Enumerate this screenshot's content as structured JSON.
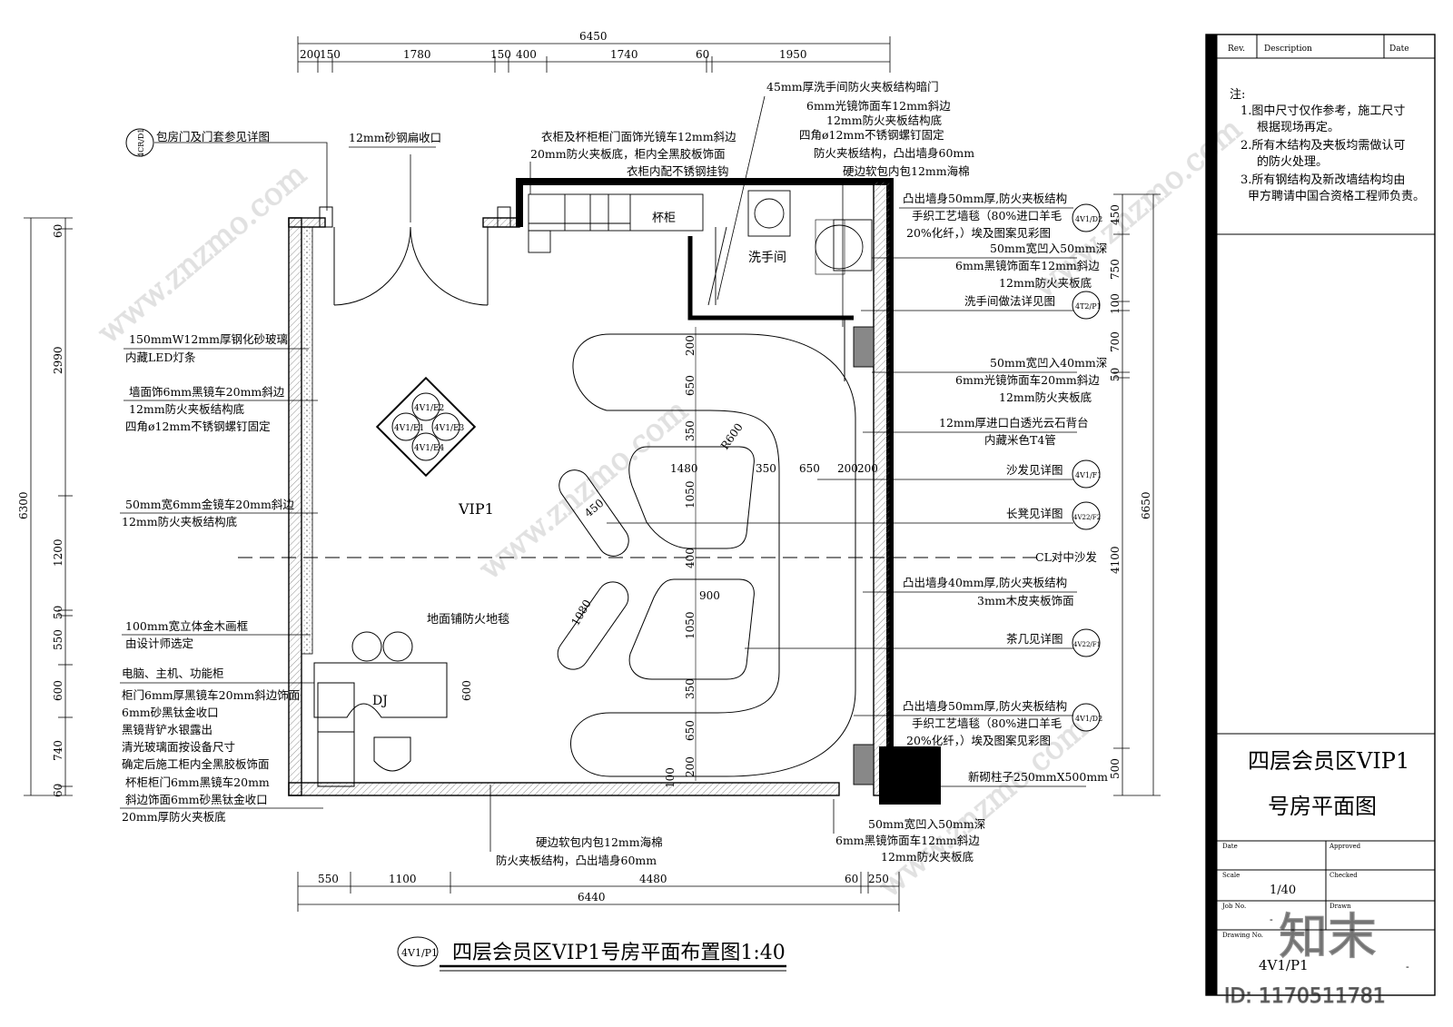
{
  "title": {
    "tag": "4V1/P1",
    "text": "四层会员区VIP1号房平面布置图1:40"
  },
  "top_dims": {
    "overall": "6450",
    "segments": [
      "200",
      "150",
      "1780",
      "150",
      "400",
      "1740",
      "60",
      "1950"
    ]
  },
  "bottom_dims": {
    "overall": "6440",
    "segments": [
      "550",
      "1100",
      "4480",
      "60",
      "250"
    ]
  },
  "left_dims": {
    "overall": "6300",
    "segments": [
      "60",
      "2990",
      "1200",
      "50",
      "550",
      "600",
      "740",
      "60"
    ]
  },
  "right_dims": {
    "overall": "6650",
    "segments": [
      "450",
      "750",
      "100",
      "700",
      "50",
      "4100",
      "500"
    ]
  },
  "plan_dims": [
    "200",
    "650",
    "350",
    "R600",
    "1480",
    "350",
    "650",
    "200",
    "200",
    "1050",
    "400",
    "900",
    "1050",
    "350",
    "650",
    "200",
    "100",
    "450",
    "1080",
    "600"
  ],
  "rooms": {
    "main": "VIP1",
    "wash": "洗手间",
    "cabinet": "杯柜",
    "floor": "地面铺防火地毯",
    "dj": "DJ",
    "cl": "CL对中沙发"
  },
  "left_notes": [
    {
      "tag": "4CR/D1",
      "lines": [
        "包房门及门套参见详图"
      ]
    },
    {
      "lines": [
        "150mmW12mm厚钢化砂玻璃",
        "内藏LED灯条"
      ]
    },
    {
      "lines": [
        "墙面饰6mm黑镜车20mm斜边",
        "12mm防火夹板结构底",
        "四角ø12mm不锈钢螺钉固定"
      ]
    },
    {
      "lines": [
        "50mm宽6mm金镜车20mm斜边",
        "12mm防火夹板结构底"
      ]
    },
    {
      "lines": [
        "100mm宽立体金木画框",
        "由设计师选定"
      ]
    },
    {
      "lines": [
        "电脑、主机、功能柜",
        "柜门6mm厚黑镜车20mm斜边饰面",
        "6mm砂黑钛金收口",
        "黑镜背铲水银露出",
        "清光玻璃面按设备尺寸",
        "确定后施工柜内全黑胶板饰面",
        "杯柜柜门6mm黑镜车20mm",
        "斜边饰面6mm砂黑钛金收口",
        "20mm厚防火夹板底"
      ]
    }
  ],
  "top_notes": [
    {
      "lines": [
        "12mm砂钢扁收口"
      ]
    },
    {
      "lines": [
        "衣柜及杯柜柜门面饰光镜车12mm斜边",
        "20mm防火夹板底，柜内全黑胶板饰面",
        "衣柜内配不锈钢挂钩"
      ]
    },
    {
      "lines": [
        "45mm厚洗手间防火夹板结构暗门",
        "6mm光镜饰面车12mm斜边",
        "12mm防火夹板结构底",
        "四角ø12mm不锈钢螺钉固定",
        "防火夹板结构，凸出墙身60mm",
        "硬边软包内包12mm海棉"
      ]
    }
  ],
  "right_notes": [
    {
      "tag": "4V1/D2",
      "lines": [
        "凸出墙身50mm厚,防火夹板结构",
        "手织工艺墙毯（80%进口羊毛",
        "20%化纤，）埃及图案见彩图"
      ]
    },
    {
      "lines": [
        "50mm宽凹入50mm深",
        "6mm黑镜饰面车12mm斜边",
        "12mm防火夹板底"
      ]
    },
    {
      "tag": "4T2/P1",
      "lines": [
        "洗手间做法详见图"
      ]
    },
    {
      "lines": [
        "50mm宽凹入40mm深",
        "6mm光镜饰面车20mm斜边",
        "12mm防火夹板底"
      ]
    },
    {
      "lines": [
        "12mm厚进口白透光云石背台",
        "内藏米色T4管"
      ]
    },
    {
      "tag": "4V1/F1",
      "lines": [
        "沙发见详图"
      ]
    },
    {
      "tag": "4V22/F2",
      "lines": [
        "长凳见详图"
      ]
    },
    {
      "lines": [
        "凸出墙身40mm厚,防火夹板结构",
        "3mm木皮夹板饰面"
      ]
    },
    {
      "tag": "4V22/F1",
      "lines": [
        "茶几见详图"
      ]
    },
    {
      "tag": "4V1/D2",
      "lines": [
        "凸出墙身50mm厚,防火夹板结构",
        "手织工艺墙毯（80%进口羊毛",
        "20%化纤，）埃及图案见彩图"
      ]
    },
    {
      "lines": [
        "新砌柱子250mmX500mm"
      ]
    }
  ],
  "bottom_notes": [
    {
      "lines": [
        "硬边软包内包12mm海棉",
        "防火夹板结构，凸出墙身60mm"
      ]
    },
    {
      "lines": [
        "50mm宽凹入50mm深",
        "6mm黑镜饰面车12mm斜边",
        "12mm防火夹板底"
      ]
    }
  ],
  "elevation_tags": [
    "4V1/E2",
    "4V1/E1",
    "4V1/E3",
    "4V1/E4"
  ],
  "title_block": {
    "rev_headers": [
      "Rev.",
      "Description",
      "Date"
    ],
    "notes_title": "注:",
    "notes": [
      "1.图中尺寸仅作参考，施工尺寸",
      "根据现场再定。",
      "2.所有木结构及夹板均需做认可",
      "的防火处理。",
      "3.所有钢结构及新改墙结构均由",
      "甲方聘请中国合资格工程师负责。"
    ],
    "drawing_title": [
      "四层会员区VIP1",
      "号房平面图"
    ],
    "date_label": "Date",
    "approved_label": "Approved",
    "scale_label": "Scale",
    "scale_value": "1/40",
    "checked_label": "Checked",
    "jobno_label": "Job No.",
    "jobno_value": "-",
    "drawn_label": "Drawn",
    "drawingno_label": "Drawing No.",
    "drawingno_value": "4V1/P1",
    "rev_value": "-"
  },
  "watermark": {
    "logo": "知末",
    "id": "ID: 1170511781",
    "site": "www.znzmo.com"
  }
}
